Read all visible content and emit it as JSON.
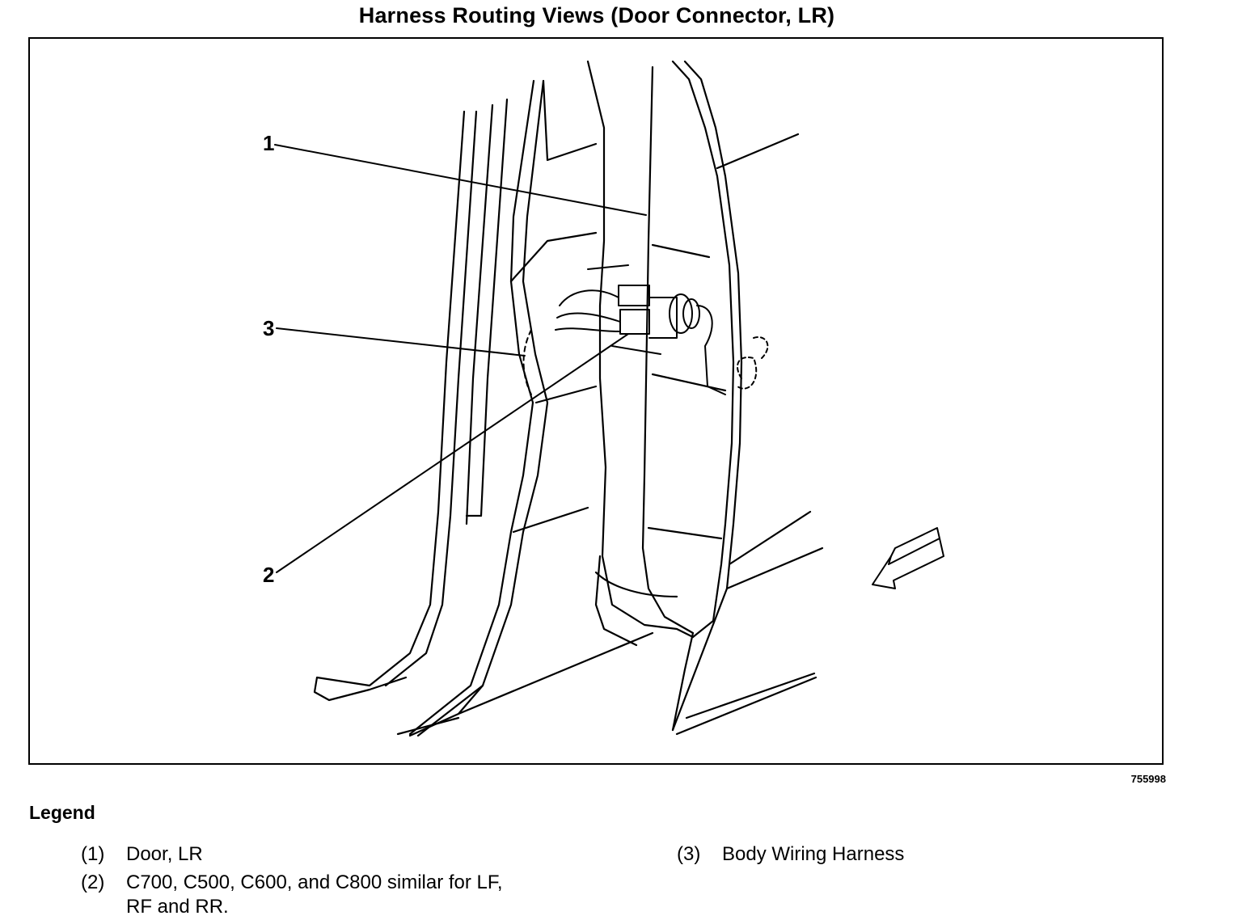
{
  "title": "Harness Routing Views (Door Connector, LR)",
  "figure_id": "755998",
  "callouts": [
    "1",
    "2",
    "3"
  ],
  "legend": {
    "heading": "Legend",
    "items": [
      {
        "num": "(1)",
        "line1": "Door, LR",
        "line2": ""
      },
      {
        "num": "(2)",
        "line1": "C700, C500, C600, and C800 similar for LF,",
        "line2": "RF and RR."
      },
      {
        "num": "(3)",
        "line1": "Body Wiring Harness",
        "line2": ""
      }
    ]
  }
}
